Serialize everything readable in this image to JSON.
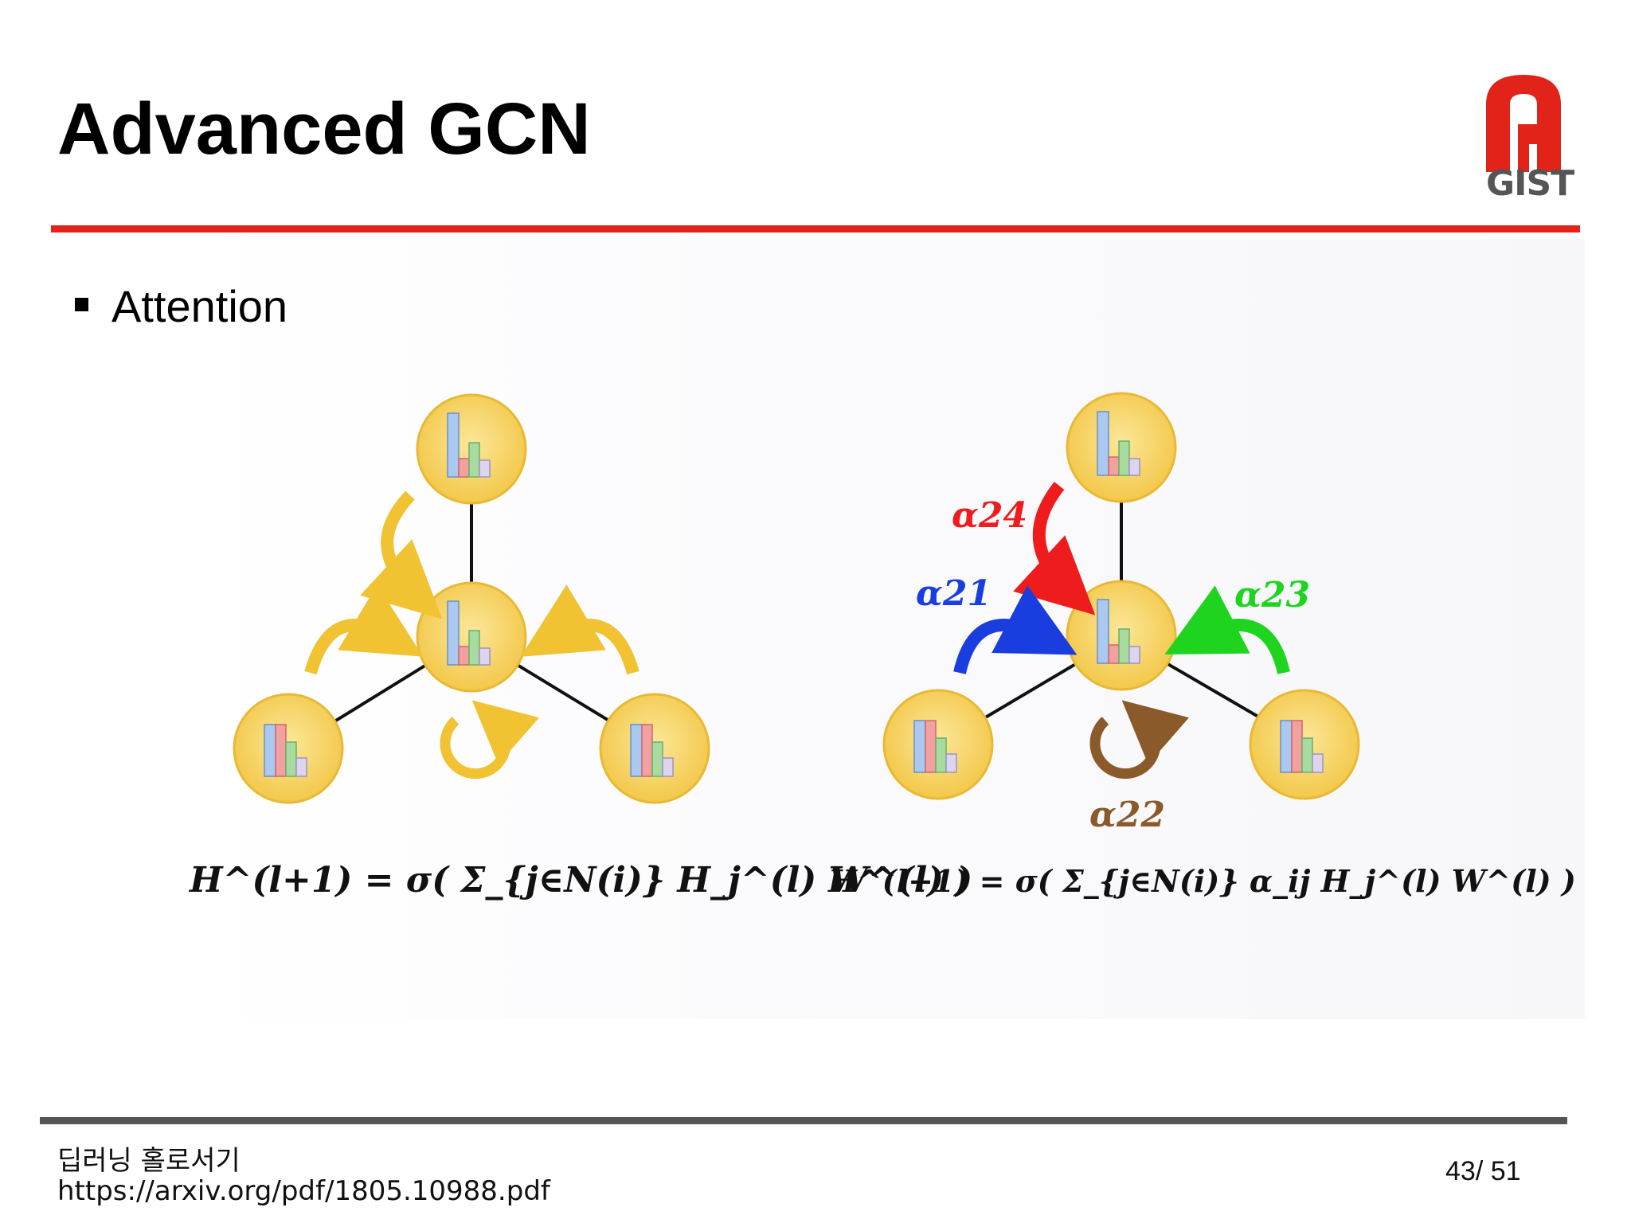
{
  "slide": {
    "title": "Advanced GCN",
    "bullet": "Attention",
    "logo_text": "GIST",
    "footer": {
      "line1": "딥러닝 홀로서기",
      "line2": "https://arxiv.org/pdf/1805.10988.pdf"
    },
    "page": "43/ 51"
  },
  "figure": {
    "labels": {
      "a24": "α24",
      "a21": "α21",
      "a23": "α23",
      "a22": "α22"
    },
    "equation_left": "H^(l+1) = σ( Σ_{j∈N(i)} H_j^(l) W^(l) )",
    "equation_right": "H^(l+1) = σ( Σ_{j∈N(i)} α_ij H_j^(l) W^(l) )"
  },
  "colors": {
    "accent_red": "#e2231a",
    "node_fill": "#f7cf57",
    "arrow_yellow": "#f1c232",
    "arrow_red": "#ee1c1c",
    "arrow_blue": "#1a3de0",
    "arrow_green": "#1fd41f",
    "arrow_brown": "#8b5a2b"
  }
}
